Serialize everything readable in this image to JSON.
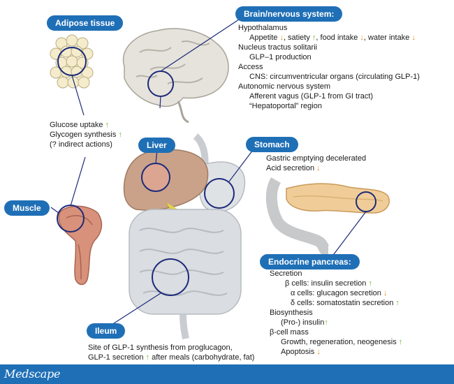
{
  "labels": {
    "adipose": "Adipose tissue",
    "brain": "Brain/nervous system:",
    "liver": "Liver",
    "stomach": "Stomach",
    "muscle": "Muscle",
    "ileum": "Ileum",
    "pancreas": "Endocrine pancreas:"
  },
  "brain_text": {
    "hypothalamus": "Hypothalamus",
    "appetite": "Appetite",
    "satiety": ", satiety",
    "food_intake": ", food intake",
    "water_intake": ", water intake",
    "nts": "Nucleus tractus solitarii",
    "glp1_production": "GLP–1 production",
    "access": "Access",
    "cns": "CNS: circumventricular organs (circulating GLP-1)",
    "ans": "Autonomic nervous system",
    "vagus": "Afferent vagus (GLP-1 from GI tract)",
    "hepatoportal": "“Hepatoportal” region"
  },
  "adipose_text": {
    "glucose_uptake": "Glucose uptake",
    "glycogen": "Glycogen synthesis",
    "indirect": "(? indirect actions)"
  },
  "stomach_text": {
    "gastric": "Gastric emptying decelerated",
    "acid": "Acid secretion"
  },
  "pancreas_text": {
    "secretion": "Secretion",
    "beta": "β cells: insulin secretion",
    "alpha": "α cells: glucagon secretion",
    "delta": "δ cells: somatostatin secretion",
    "biosynthesis": "Biosynthesis",
    "proinsulin": "(Pro-) insulin",
    "beta_mass": "β-cell mass",
    "growth": "Growth, regeneration, neogenesis",
    "apoptosis": "Apoptosis"
  },
  "ileum_text": {
    "line1": "Site of GLP-1 synthesis from proglucagon,",
    "line2a": "GLP-1 secretion",
    "line2b": " after meals (carbohydrate, fat)"
  },
  "arrows": {
    "up": "↑",
    "down": "↓"
  },
  "footer": {
    "logo": "Medscape"
  },
  "colors": {
    "pill": "#1f6fb6",
    "up": "#6fb52c",
    "down": "#e08a1c",
    "circle": "#1c2a7a"
  }
}
